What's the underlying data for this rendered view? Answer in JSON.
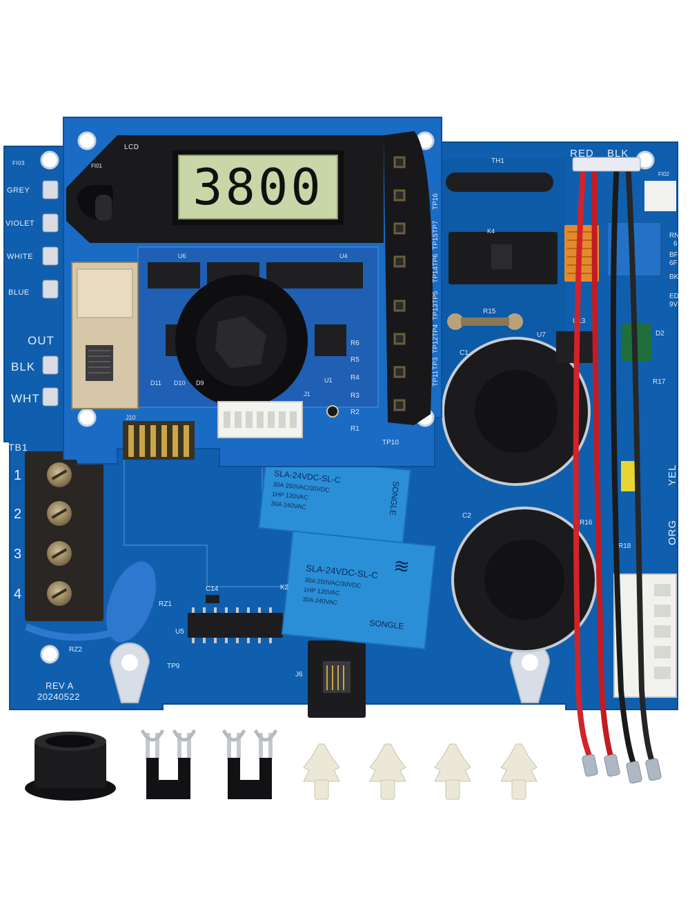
{
  "lcd": {
    "label": "LCD",
    "reading": "3800"
  },
  "board_left": {
    "wire_labels": [
      "GREY",
      "VIOLET",
      "WHITE",
      "BLUE"
    ],
    "out_label": "OUT",
    "out_wires": [
      "BLK",
      "WHT"
    ],
    "tb1_label": "TB1",
    "terminals": [
      "1",
      "2",
      "3",
      "4"
    ],
    "fuse_label": "FI03",
    "rev": "REV A",
    "date": "20240522"
  },
  "board_right": {
    "top_wires": [
      "RED",
      "BLK"
    ],
    "side_wires": [
      "YEL",
      "ORG"
    ],
    "mini_labels": [
      "RN",
      "6",
      "BF",
      "6F",
      "BK",
      "ED",
      "9V"
    ]
  },
  "test_points": [
    "TP16",
    "TP7",
    "TP15",
    "TP6",
    "TP14",
    "TP5",
    "TP13",
    "TP4",
    "TP12",
    "TP3",
    "TP11",
    "TP10"
  ],
  "resistors": [
    "R6",
    "R5",
    "R4",
    "R3",
    "R2",
    "R1"
  ],
  "components": {
    "fi01": "FI01",
    "fi02": "FI02",
    "th1": "TH1",
    "k4": "K4",
    "r15": "R15",
    "u7": "U7",
    "u13": "U13",
    "d2": "D2",
    "r17": "R17",
    "c1": "C1",
    "c2": "C2",
    "r16": "R16",
    "r18": "R18",
    "k2": "K2",
    "j6": "J6",
    "rz1": "RZ1",
    "rz2": "RZ2",
    "tp9": "TP9",
    "c14": "C14",
    "u5": "U5",
    "j1": "J1",
    "j10": "J10",
    "u1": "U1",
    "d11": "D11",
    "d10": "D10",
    "d9": "D9",
    "u4": "U4",
    "u6": "U6"
  },
  "relays": [
    {
      "brand": "SONGLE",
      "model": "SLA-24VDC-SL-C",
      "ratings": [
        "30A 250VAC/30VDC",
        "1HP 120VAC",
        "30A 240VAC"
      ]
    },
    {
      "brand": "SONGLE",
      "model": "SLA-24VDC-SL-C",
      "ratings": [
        "30A 250VAC/30VDC",
        "1HP 120VAC",
        "30A 240VAC"
      ]
    }
  ],
  "colors": {
    "pcb": "#0f5fae",
    "pcb_dark": "#0a3f7e",
    "daughter": "#1a6bc4",
    "lcd_screen": "#c9d6a8",
    "relay": "#2a8fd6",
    "wire_red": "#d2232a",
    "wire_black": "#1a1a1a"
  },
  "accessories": [
    "grommet",
    "jumper",
    "jumper",
    "standoff",
    "standoff",
    "standoff",
    "standoff"
  ]
}
